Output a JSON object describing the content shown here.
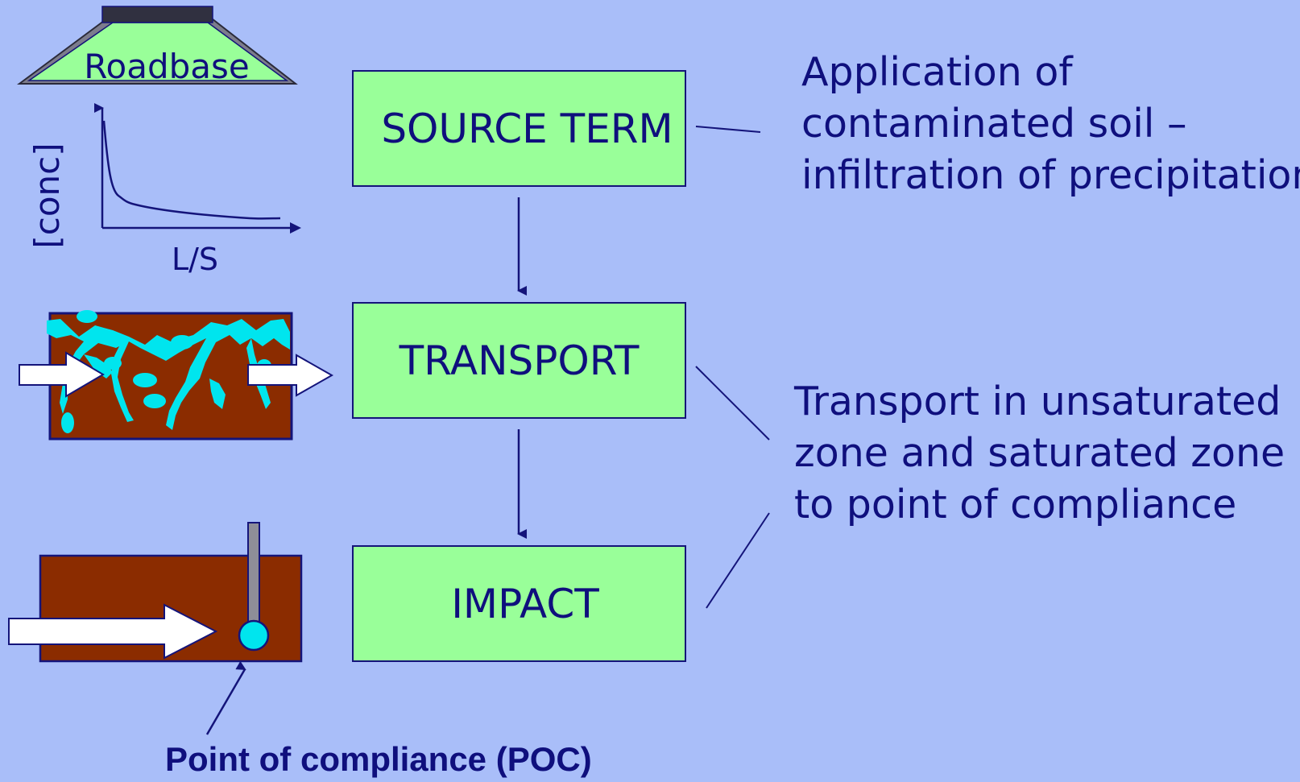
{
  "boxes": {
    "source": "SOURCE TERM",
    "transport": "TRANSPORT",
    "impact": "IMPACT"
  },
  "notes": {
    "source": [
      "Application of",
      "contaminated soil –",
      "infiltration of precipitation"
    ],
    "transport": [
      "Transport in unsaturated",
      "zone and saturated zone",
      "to point of compliance"
    ]
  },
  "illustration": {
    "roadbase": "Roadbase",
    "y_label": "[conc]",
    "x_label": "L/S",
    "poc_label": "Point of compliance (POC)"
  },
  "colors": {
    "background": "#a9bef9",
    "box_fill": "#99ff99",
    "text": "#0f0f7d",
    "soil": "#8b2c00",
    "water": "#00e5ee"
  }
}
